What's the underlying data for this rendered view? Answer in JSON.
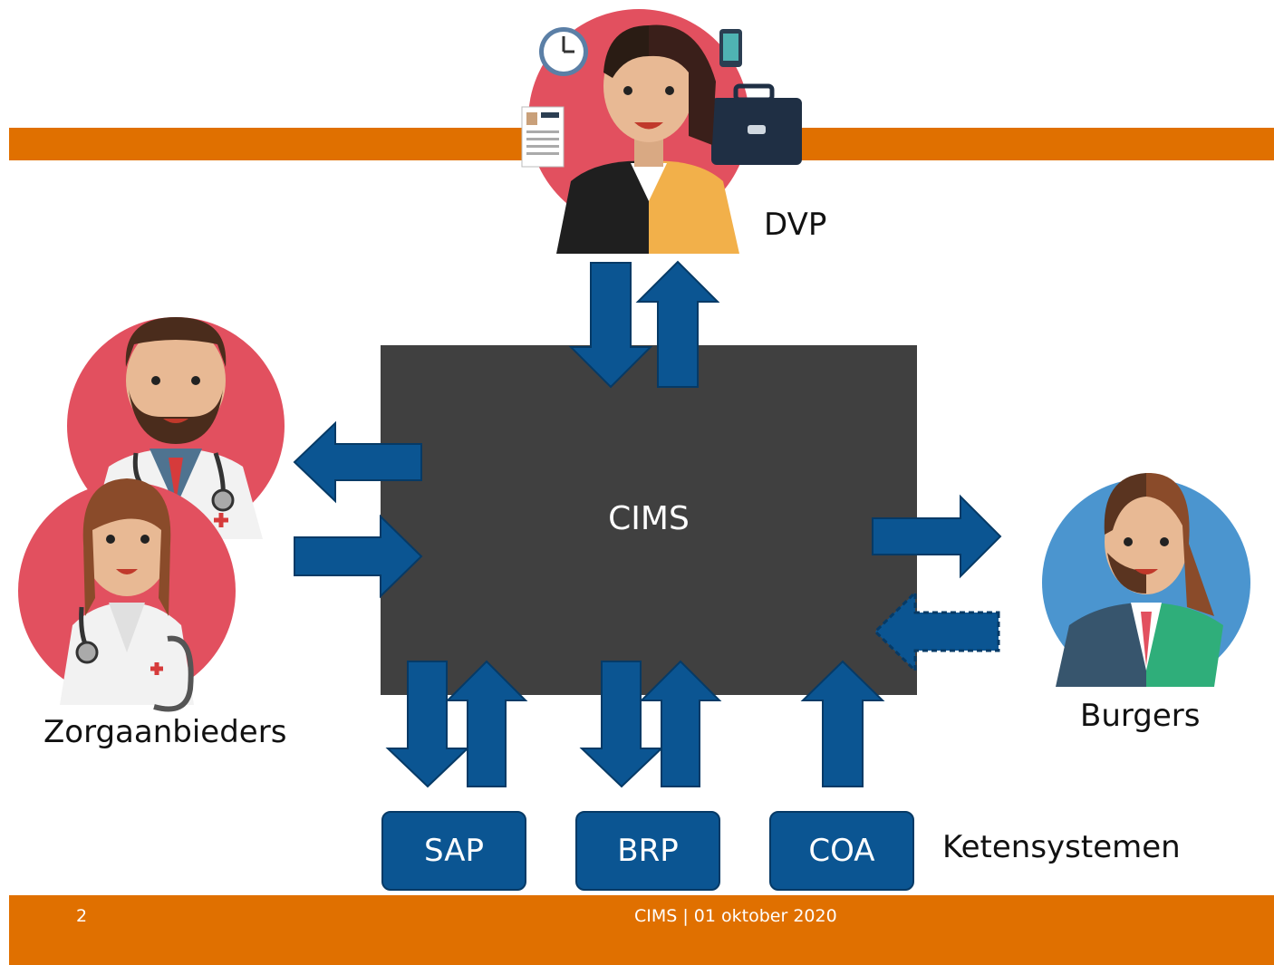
{
  "diagram": {
    "center_label": "CIMS",
    "actors": {
      "dvp": "DVP",
      "zorgaanbieders": "Zorgaanbieders",
      "burgers": "Burgers"
    },
    "systems": [
      "SAP",
      "BRP",
      "COA"
    ],
    "systems_group_label": "Ketensystemen"
  },
  "footer": {
    "page_number": "2",
    "text": "CIMS | 01 oktober 2020"
  },
  "colors": {
    "accent": "#e07000",
    "box": "#404040",
    "arrow": "#0b5592",
    "circle_red": "#e2505f",
    "circle_blue": "#4b95cf"
  }
}
